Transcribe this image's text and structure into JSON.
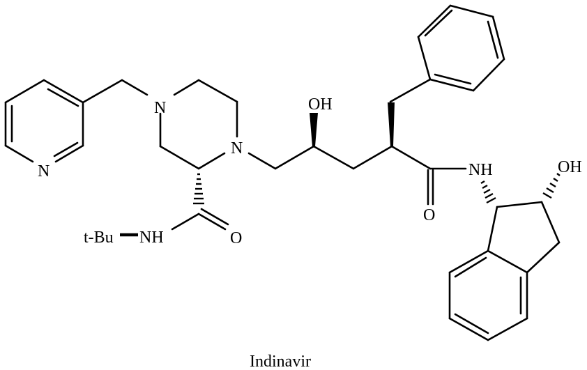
{
  "diagram": {
    "type": "chemical-structure",
    "caption": "Indinavir",
    "molecule": "Indinavir",
    "atom_labels": {
      "pyridine_n": "N",
      "piperazine_n1": "N",
      "piperazine_n4": "N",
      "tbu": "t-Bu",
      "amide1_nh": "NH",
      "amide1_o": "O",
      "backbone_oh": "OH",
      "amide2_nh": "NH",
      "amide2_o": "O",
      "indane_oh": "OH"
    },
    "fragments": [
      "3-pyridylmethyl",
      "piperazine",
      "N-tert-butyl carboxamide",
      "hydroxy pentanamide backbone",
      "benzyl",
      "2-hydroxy-indan-1-yl amine"
    ],
    "colors": {
      "ink": "#000000",
      "background": "#ffffff"
    }
  }
}
